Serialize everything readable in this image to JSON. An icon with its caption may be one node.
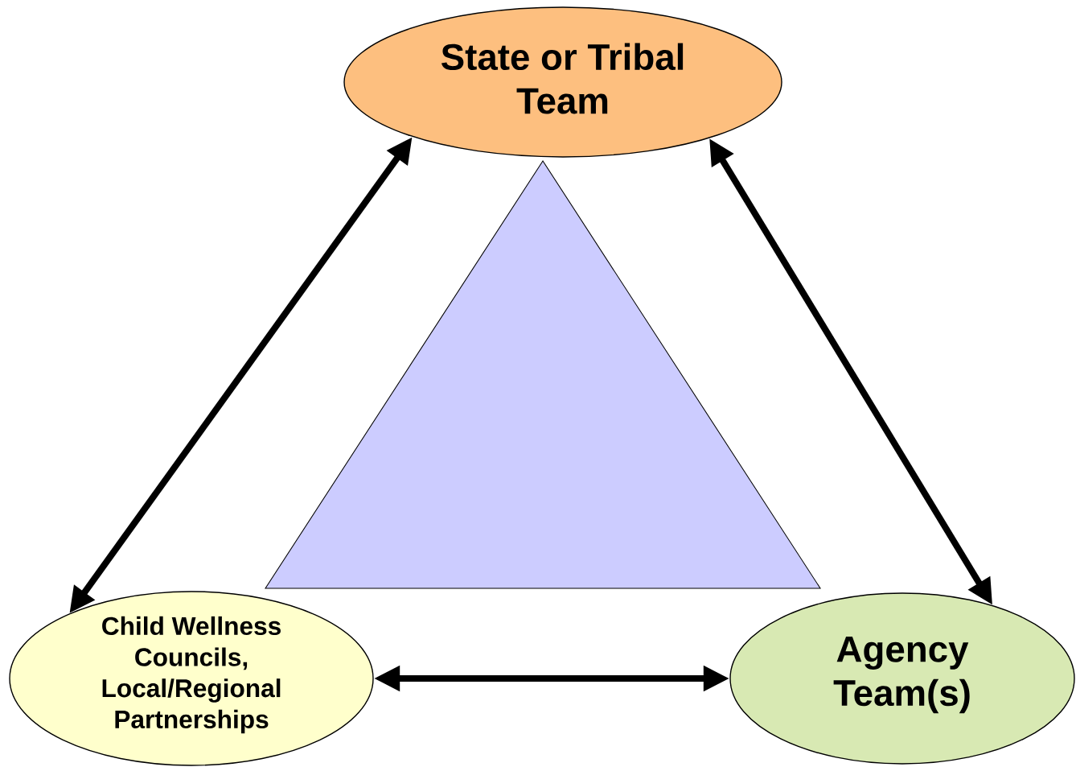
{
  "diagram": {
    "nodes": [
      {
        "text": [
          "State or Tribal Team"
        ]
      },
      {
        "text": [],
        "shape": "triangle"
      },
      {
        "text": [
          "Child Wellness Councils, Local/Regional Partnerships"
        ]
      },
      {
        "text": [
          "Agency Team(s)"
        ]
      }
    ],
    "edges": [
      {
        "from": 0,
        "to": 2,
        "arrow": "both"
      },
      {
        "from": 0,
        "to": 3,
        "arrow": "both"
      },
      {
        "from": 2,
        "to": 3,
        "arrow": "both"
      }
    ]
  }
}
